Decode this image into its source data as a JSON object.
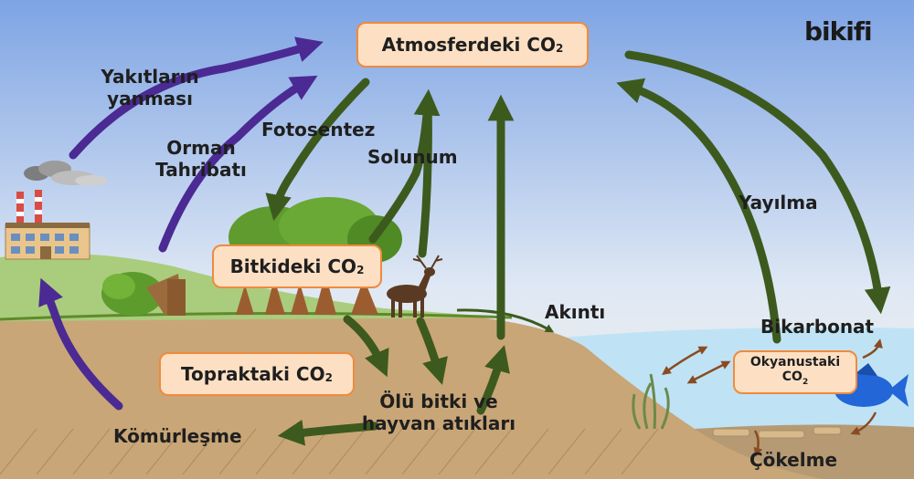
{
  "brand": "bikifi",
  "boxes": {
    "atmosphere": {
      "text": "Atmosferdeki CO",
      "sub": "2"
    },
    "plants": {
      "text": "Bitkideki CO",
      "sub": "2"
    },
    "soil": {
      "text": "Topraktaki CO",
      "sub": "2"
    },
    "ocean": {
      "line1": "Okyanustaki",
      "line2": "CO",
      "sub": "2"
    }
  },
  "labels": {
    "fuel_line1": "Yakıtların",
    "fuel_line2": "yanması",
    "deforest_line1": "Orman",
    "deforest_line2": "Tahribatı",
    "photosynthesis": "Fotosentez",
    "respiration": "Solunum",
    "diffusion": "Yayılma",
    "runoff": "Akıntı",
    "bicarbonate": "Bikarbonat",
    "dead_line1": "Ölü bitki ve",
    "dead_line2": "hayvan atıkları",
    "coalification": "Kömürleşme",
    "sedimentation": "Çökelme"
  },
  "colors": {
    "sky": "#7fa6e6",
    "hill": "#a9cd7d",
    "soil": "#c9a677",
    "ocean": "#bfe3f5",
    "green_arrow": "#3d5a1e",
    "purple_arrow": "#4b2a93",
    "box_fill": "#fde0c4",
    "box_border": "#f08a3c"
  },
  "icons": [
    "factory-icon",
    "tree-icon",
    "deer-icon",
    "fish-icon",
    "seaweed-icon",
    "stump-icon"
  ]
}
